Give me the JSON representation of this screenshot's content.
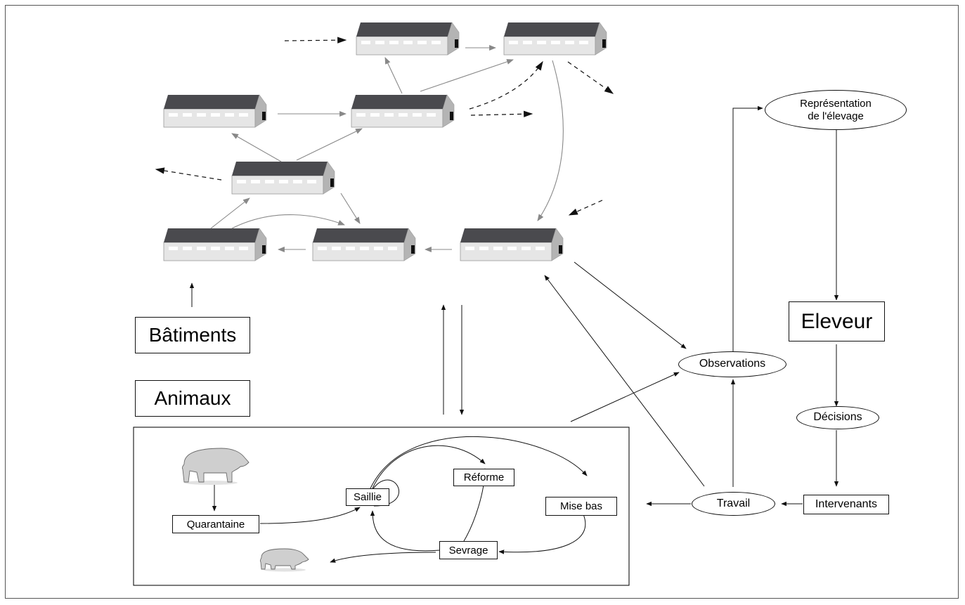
{
  "labels": {
    "batiments": "Bâtiments",
    "animaux": "Animaux",
    "eleveur": "Eleveur",
    "representation_line1": "Représentation",
    "representation_line2": "de l'élevage",
    "observations": "Observations",
    "decisions": "Décisions",
    "intervenants": "Intervenants",
    "travail": "Travail",
    "quarantaine": "Quarantaine",
    "saillie": "Saillie",
    "reforme": "Réforme",
    "mise_bas": "Mise bas",
    "sevrage": "Sevrage"
  },
  "icons": {
    "building": "barn-building-icon",
    "sow": "sow-icon",
    "piglet": "piglet-icon"
  },
  "colors": {
    "roof": "#4a4a4e",
    "wall": "#e6e6e6",
    "side": "#b4b4b4",
    "grey_arrow": "#888888",
    "black_arrow": "#111111",
    "pig": "#cfcfcf"
  }
}
